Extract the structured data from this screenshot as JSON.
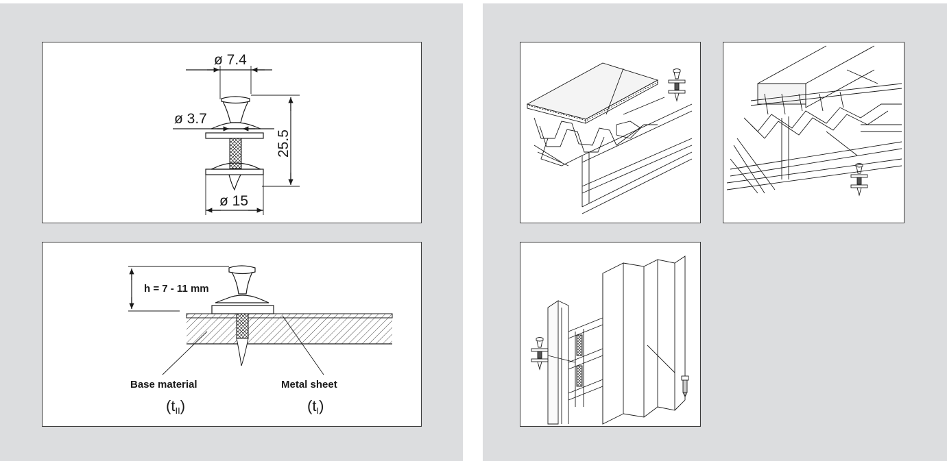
{
  "dimensions": {
    "head_diameter": "ø 7.4",
    "shank_diameter": "ø 3.7",
    "length": "25.5",
    "washer_diameter": "ø 15"
  },
  "installation": {
    "standoff": "h = 7 - 11 mm",
    "base_material_label": "Base material",
    "base_material_symbol_t": "(t",
    "base_material_symbol_sub": "II",
    "base_material_symbol_close": ")",
    "metal_sheet_label": "Metal sheet",
    "metal_sheet_symbol_t": "(t",
    "metal_sheet_symbol_sub": "I",
    "metal_sheet_symbol_close": ")"
  },
  "colors": {
    "panel_bg": "#dcdddf",
    "box_bg": "#ffffff",
    "line": "#1a1a1a"
  }
}
